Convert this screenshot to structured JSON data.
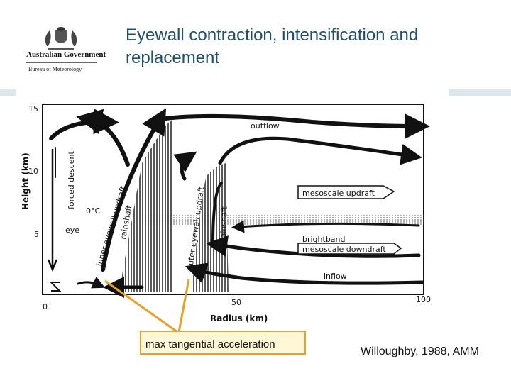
{
  "logo": {
    "government": "Australian Government",
    "bureau": "Bureau of Meteorology"
  },
  "title": {
    "line1": "Eyewall contraction, intensification and",
    "line2": "replacement"
  },
  "diagram": {
    "y_axis_label": "Height (km)",
    "y_ticks": [
      "15",
      "10",
      "5"
    ],
    "x_axis_label": "Radius (km)",
    "x_ticks": [
      "0",
      "50",
      "100"
    ],
    "labels": {
      "outflow": "outflow",
      "forced_descent": "forced descent",
      "zero_c": "0°C",
      "eye": "eye",
      "inner_eyewall_updraft": "inner eyewall updraft",
      "rainshaft_inner": "rainshaft",
      "outer_eyewall_updraft": "outer eyewall updraft",
      "rainshaft_outer": "rainshaft",
      "mesoscale_updraft": "mesoscale updraft",
      "brightband": "brightband",
      "mesoscale_downdraft": "mesoscale downdraft",
      "inflow": "inflow"
    }
  },
  "callout": {
    "text": "max tangential acceleration"
  },
  "credit": {
    "text": "Willoughby, 1988, AMM"
  },
  "colors": {
    "title": "#1f4d6e",
    "callout_border": "#e7a028",
    "callout_fill": "#fff7d6",
    "band": "#dbe8f1"
  }
}
